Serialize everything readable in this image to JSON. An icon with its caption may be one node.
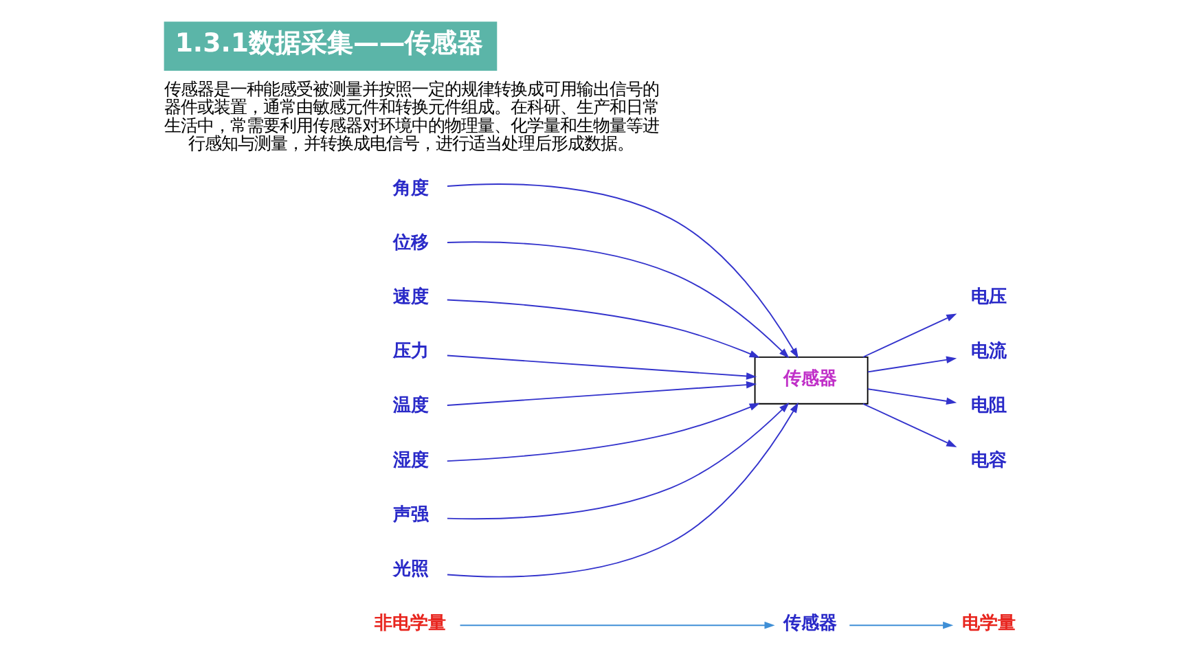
{
  "diagram": {
    "title": "1.3.1数据采集——传感器",
    "nodes": [
      {
        "text": [
          "非电学量"
        ]
      },
      {
        "text": [
          "传感器"
        ]
      },
      {
        "text": [
          "电学量"
        ]
      },
      {
        "text": [
          "角度"
        ]
      },
      {
        "text": [
          "位移"
        ]
      },
      {
        "text": [
          "速度"
        ]
      },
      {
        "text": [
          "压力"
        ]
      },
      {
        "text": [
          "温度"
        ]
      },
      {
        "text": [
          "湿度"
        ]
      },
      {
        "text": [
          "声强"
        ]
      },
      {
        "text": [
          "光照"
        ]
      },
      {
        "text": [
          "传感器"
        ]
      },
      {
        "text": [
          "电压"
        ]
      },
      {
        "text": [
          "电流"
        ]
      },
      {
        "text": [
          "电阻"
        ]
      },
      {
        "text": [
          "电容"
        ]
      }
    ],
    "edges": [
      {
        "from": 0,
        "to": 1,
        "arrow": "to",
        "color": "#3f8fd6"
      },
      {
        "from": 1,
        "to": 2,
        "arrow": "to",
        "color": "#3f8fd6"
      },
      {
        "from": 3,
        "to": 11,
        "arrow": "to"
      },
      {
        "from": 4,
        "to": 11,
        "arrow": "to"
      },
      {
        "from": 5,
        "to": 11,
        "arrow": "to"
      },
      {
        "from": 6,
        "to": 11,
        "arrow": "to"
      },
      {
        "from": 7,
        "to": 11,
        "arrow": "to"
      },
      {
        "from": 8,
        "to": 11,
        "arrow": "to"
      },
      {
        "from": 9,
        "to": 11,
        "arrow": "to"
      },
      {
        "from": 10,
        "to": 11,
        "arrow": "to"
      },
      {
        "from": 11,
        "to": 12,
        "arrow": "to"
      },
      {
        "from": 11,
        "to": 13,
        "arrow": "to"
      },
      {
        "from": 11,
        "to": 14,
        "arrow": "to"
      },
      {
        "from": 11,
        "to": 15,
        "arrow": "to"
      }
    ],
    "labels": [
      "传感器是一种能感受被测量并按照一定的规律转换成可用输出信号的器件或装置，通常由敏感元件和转换元件组成。在科研、生产和日常生活中，常需要利用传感器对环境中的物理量、化学量和生物量等进行感知与测量，并转换成电信号，进行适当处理后形成数据。"
    ]
  }
}
